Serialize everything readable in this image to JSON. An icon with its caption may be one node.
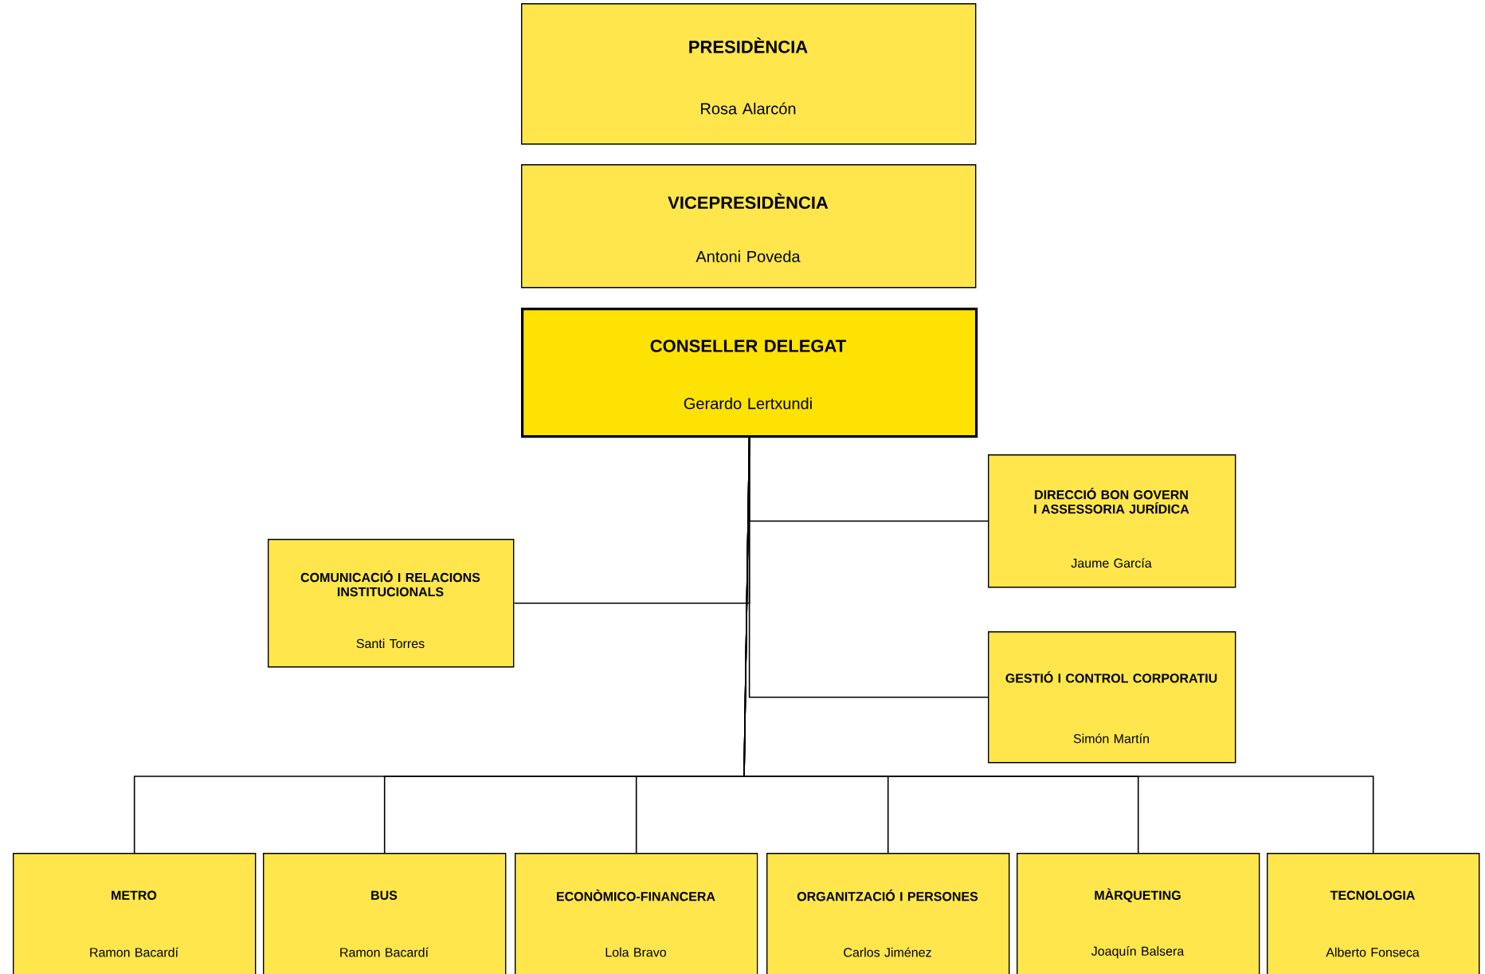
{
  "diagram": {
    "nodes": [
      {
        "text": [
          "PRESIDÈNCIA",
          "Rosa Alarcón"
        ]
      },
      {
        "text": [
          "VICEPRESIDÈNCIA",
          "Antoni Poveda"
        ]
      },
      {
        "text": [
          "CONSELLER DELEGAT",
          "Gerardo Lertxundi"
        ]
      },
      {
        "text": [
          "DIRECCIÓ BON GOVERN I ASSESSORIA JURÍDICA",
          "Jaume García"
        ]
      },
      {
        "text": [
          "COMUNICACIÓ I RELACIONS INSTITUCIONALS",
          "Santi Torres"
        ]
      },
      {
        "text": [
          "GESTIÓ I CONTROL CORPORATIU",
          "Simón Martín"
        ]
      },
      {
        "text": [
          "METRO",
          "Ramon Bacardí"
        ]
      },
      {
        "text": [
          "BUS",
          "Ramon Bacardí"
        ]
      },
      {
        "text": [
          "ECONÒMICO-FINANCERA",
          "Lola Bravo"
        ]
      },
      {
        "text": [
          "ORGANITZACIÓ I PERSONES",
          "Carlos Jiménez"
        ]
      },
      {
        "text": [
          "MÀRQUETING",
          "Joaquín Balsera"
        ]
      },
      {
        "text": [
          "TECNOLOGIA",
          "Alberto Fonseca"
        ]
      }
    ],
    "edges": [
      {
        "from": 2,
        "to": 3,
        "arrow": "none"
      },
      {
        "from": 2,
        "to": 4,
        "arrow": "none"
      },
      {
        "from": 2,
        "to": 5,
        "arrow": "none"
      },
      {
        "from": 2,
        "to": 6,
        "arrow": "none"
      },
      {
        "from": 2,
        "to": 7,
        "arrow": "none"
      },
      {
        "from": 2,
        "to": 8,
        "arrow": "none"
      },
      {
        "from": 2,
        "to": 9,
        "arrow": "none"
      },
      {
        "from": 2,
        "to": 10,
        "arrow": "none"
      },
      {
        "from": 2,
        "to": 11,
        "arrow": "none"
      }
    ]
  }
}
